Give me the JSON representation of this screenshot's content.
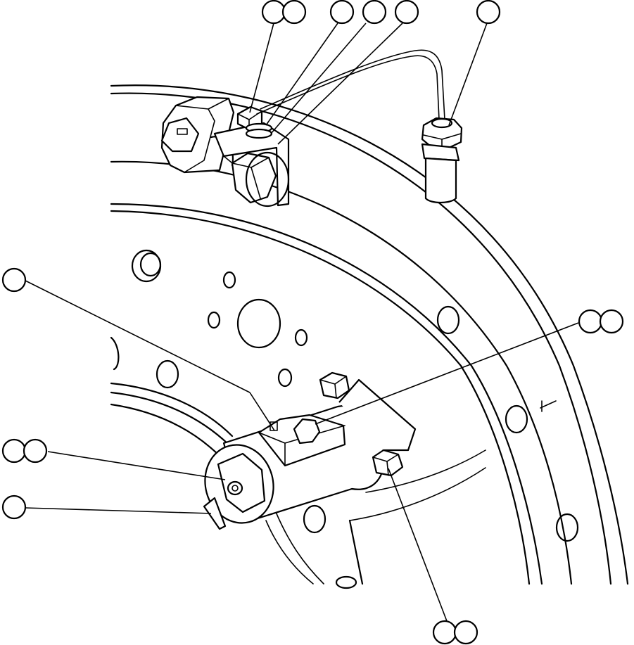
{
  "diagram": {
    "callout_groups": [
      {
        "id": "g1",
        "labels": [
          "",
          ""
        ]
      },
      {
        "id": "g2",
        "labels": [
          ""
        ]
      },
      {
        "id": "g3",
        "labels": [
          ""
        ]
      },
      {
        "id": "g4",
        "labels": [
          ""
        ]
      },
      {
        "id": "g5",
        "labels": [
          ""
        ]
      },
      {
        "id": "g6",
        "labels": [
          ""
        ]
      },
      {
        "id": "g7",
        "labels": [
          "",
          ""
        ]
      },
      {
        "id": "g8",
        "labels": [
          "",
          ""
        ]
      },
      {
        "id": "g9",
        "labels": [
          ""
        ]
      },
      {
        "id": "g10",
        "labels": [
          "",
          ""
        ]
      }
    ]
  }
}
